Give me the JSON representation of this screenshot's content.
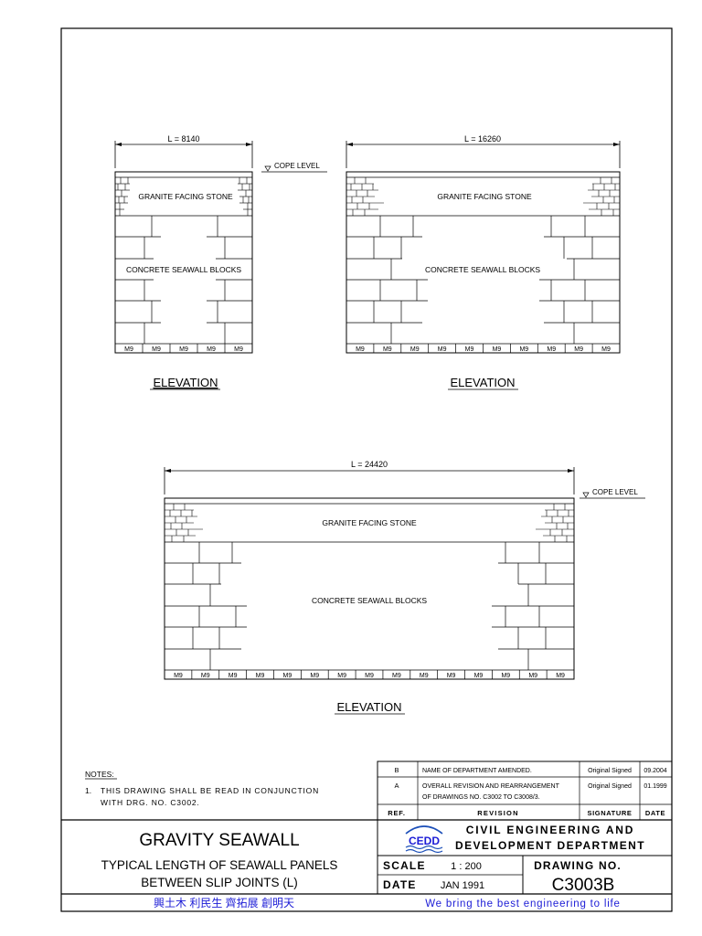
{
  "elevations": [
    {
      "id": "small",
      "length_label": "L = 8140",
      "facing_label": "GRANITE FACING STONE",
      "blocks_label": "CONCRETE SEAWALL BLOCKS",
      "title": "ELEVATION",
      "joint_labels": [
        "M9",
        "M9",
        "M9",
        "M9",
        "M9"
      ]
    },
    {
      "id": "medium",
      "length_label": "L = 16260",
      "facing_label": "GRANITE FACING STONE",
      "blocks_label": "CONCRETE SEAWALL BLOCKS",
      "title": "ELEVATION",
      "joint_labels": [
        "M9",
        "M9",
        "M9",
        "M9",
        "M9",
        "M9",
        "M9",
        "M9",
        "M9",
        "M9"
      ]
    },
    {
      "id": "large",
      "length_label": "L = 24420",
      "facing_label": "GRANITE FACING STONE",
      "blocks_label": "CONCRETE SEAWALL BLOCKS",
      "title": "ELEVATION",
      "joint_labels": [
        "M9",
        "M9",
        "M9",
        "M9",
        "M9",
        "M9",
        "M9",
        "M9",
        "M9",
        "M9",
        "M9",
        "M9",
        "M9",
        "M9",
        "M9"
      ]
    }
  ],
  "cope_level_label": "COPE LEVEL",
  "notes": {
    "heading": "NOTES:",
    "item_number": "1.",
    "item_line1": "THIS DRAWING SHALL BE READ IN CONJUNCTION",
    "item_line2": "WITH DRG. NO. C3002."
  },
  "revisions": {
    "headers": {
      "ref": "REF.",
      "revision": "REVISION",
      "signature": "SIGNATURE",
      "date": "DATE"
    },
    "rows": [
      {
        "ref": "B",
        "text1": "NAME OF DEPARTMENT AMENDED.",
        "text2": "",
        "signature": "Original Signed",
        "date": "09.2004"
      },
      {
        "ref": "A",
        "text1": "OVERALL REVISION AND REARRANGEMENT",
        "text2": "OF DRAWINGS NO. C3002 TO C3008/3.",
        "signature": "Original Signed",
        "date": "01.1999"
      }
    ]
  },
  "title_block": {
    "title": "GRAVITY SEAWALL",
    "subtitle_line1": "TYPICAL LENGTH OF SEAWALL PANELS",
    "subtitle_line2": "BETWEEN SLIP JOINTS (L)",
    "dept_logo": "CEDD",
    "dept_line1": "CIVIL ENGINEERING AND",
    "dept_line2": "DEVELOPMENT DEPARTMENT",
    "scale_label": "SCALE",
    "scale_value": "1 : 200",
    "date_label": "DATE",
    "date_value": "JAN 1991",
    "drawing_no_label": "DRAWING NO.",
    "drawing_no_value": "C3003B",
    "chinese_motto": "興土木 利民生 齊拓展 創明天",
    "english_motto": "We bring the best engineering to life",
    "colors": {
      "motto": "#1c1cd6",
      "logo": "#1c4fb8"
    }
  }
}
